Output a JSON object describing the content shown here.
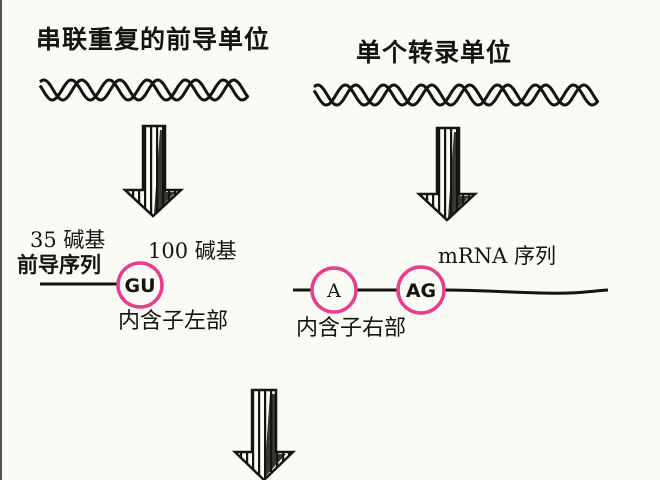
{
  "titles": {
    "left": "串联重复的前导单位",
    "right": "单个转录单位"
  },
  "labels": {
    "bases35": "35 碱基",
    "leader_sequence": "前导序列",
    "bases100": "100 碱基",
    "mrna_sequence": "mRNA 序列",
    "intron_left": "内含子左部",
    "intron_right": "内含子右部"
  },
  "sites": {
    "gu": "GU",
    "a": "A",
    "ag": "AG"
  },
  "colors": {
    "highlight_circle": "#e83c8c",
    "ink": "#151510",
    "background": "#fbfbf5"
  }
}
